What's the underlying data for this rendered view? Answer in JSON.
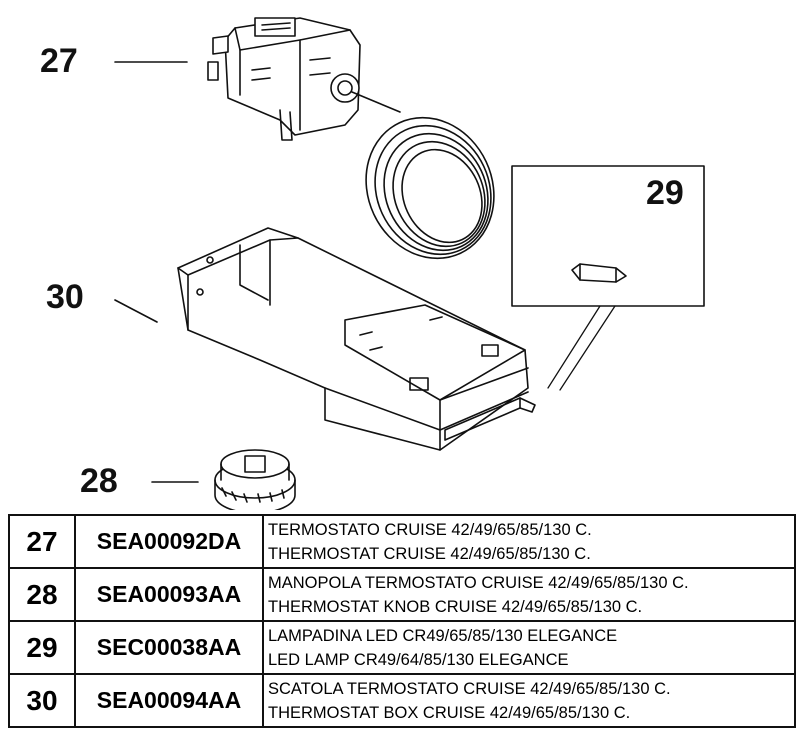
{
  "callouts": {
    "n27": "27",
    "n28": "28",
    "n29": "29",
    "n30": "30"
  },
  "parts": [
    {
      "number": "27",
      "code": "SEA00092DA",
      "desc_it": "TERMOSTATO CRUISE 42/49/65/85/130 C.",
      "desc_en": "THERMOSTAT CRUISE 42/49/65/85/130 C."
    },
    {
      "number": "28",
      "code": "SEA00093AA",
      "desc_it": "MANOPOLA TERMOSTATO CRUISE 42/49/65/85/130 C.",
      "desc_en": "THERMOSTAT KNOB CRUISE 42/49/65/85/130 C."
    },
    {
      "number": "29",
      "code": "SEC00038AA",
      "desc_it": "LAMPADINA LED CR49/65/85/130 ELEGANCE",
      "desc_en": "LED LAMP CR49/64/85/130 ELEGANCE"
    },
    {
      "number": "30",
      "code": "SEA00094AA",
      "desc_it": "SCATOLA TERMOSTATO CRUISE 42/49/65/85/130 C.",
      "desc_en": "THERMOSTAT BOX CRUISE 42/49/65/85/130 C."
    }
  ]
}
